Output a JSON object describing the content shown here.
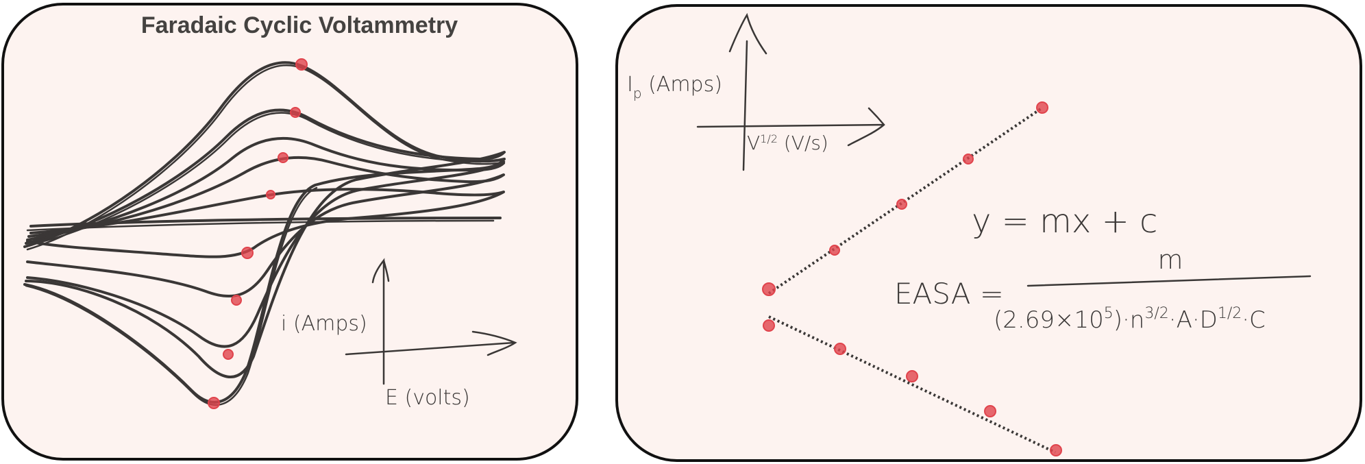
{
  "left_panel": {
    "title": "Faradaic Cyclic Voltammetry",
    "y_axis_label": "i (Amps)",
    "x_axis_label": "E (volts)"
  },
  "right_panel": {
    "y_axis_label_main": "I",
    "y_axis_label_sub": "p",
    "y_axis_label_rest": " (Amps)",
    "x_axis_label_v": "V",
    "x_axis_label_sup": "1/2",
    "x_axis_label_rest": " (V/s)",
    "line_equation": "y = mx + c",
    "easa_lhs": "EASA =",
    "easa_numerator": "m",
    "easa_den_a": "(2.69×10",
    "easa_den_b": "5",
    "easa_den_c": ")·n",
    "easa_den_d": "3/2",
    "easa_den_e": "·A·D",
    "easa_den_f": "1/2",
    "easa_den_g": "·C"
  },
  "colors": {
    "curve": "#3a3736",
    "marker": "#e0434c",
    "panel_bg": "#fdf3f0",
    "border": "#111111"
  }
}
